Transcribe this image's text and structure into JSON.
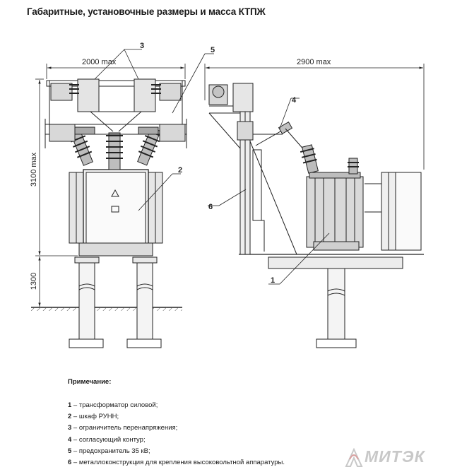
{
  "title": "Габаритные, установочные размеры и масса КТПЖ",
  "dimensions": {
    "front_width": "2000 max",
    "side_width": "2900 max",
    "total_height": "3100 max",
    "base_height": "1300"
  },
  "callouts": [
    "1",
    "2",
    "3",
    "4",
    "5",
    "6"
  ],
  "notes": {
    "heading": "Примечание:",
    "items": [
      {
        "num": "1",
        "sep": " – ",
        "text": "трансформатор силовой;"
      },
      {
        "num": "2",
        "sep": " – ",
        "text": "шкаф РУНН;"
      },
      {
        "num": "3",
        "sep": " – ",
        "text": "ограничитель перенапряжения;"
      },
      {
        "num": "4",
        "sep": " – ",
        "text": "согласующий контур;"
      },
      {
        "num": "5",
        "sep": " – ",
        "text": "предохранитель 35 кВ;"
      },
      {
        "num": "6",
        "sep": " – ",
        "text": "металлоконструкция для крепления высоковольтной аппаратуры."
      }
    ]
  },
  "logo": {
    "text": "МИТЭК",
    "color": "#c8c8c8"
  }
}
